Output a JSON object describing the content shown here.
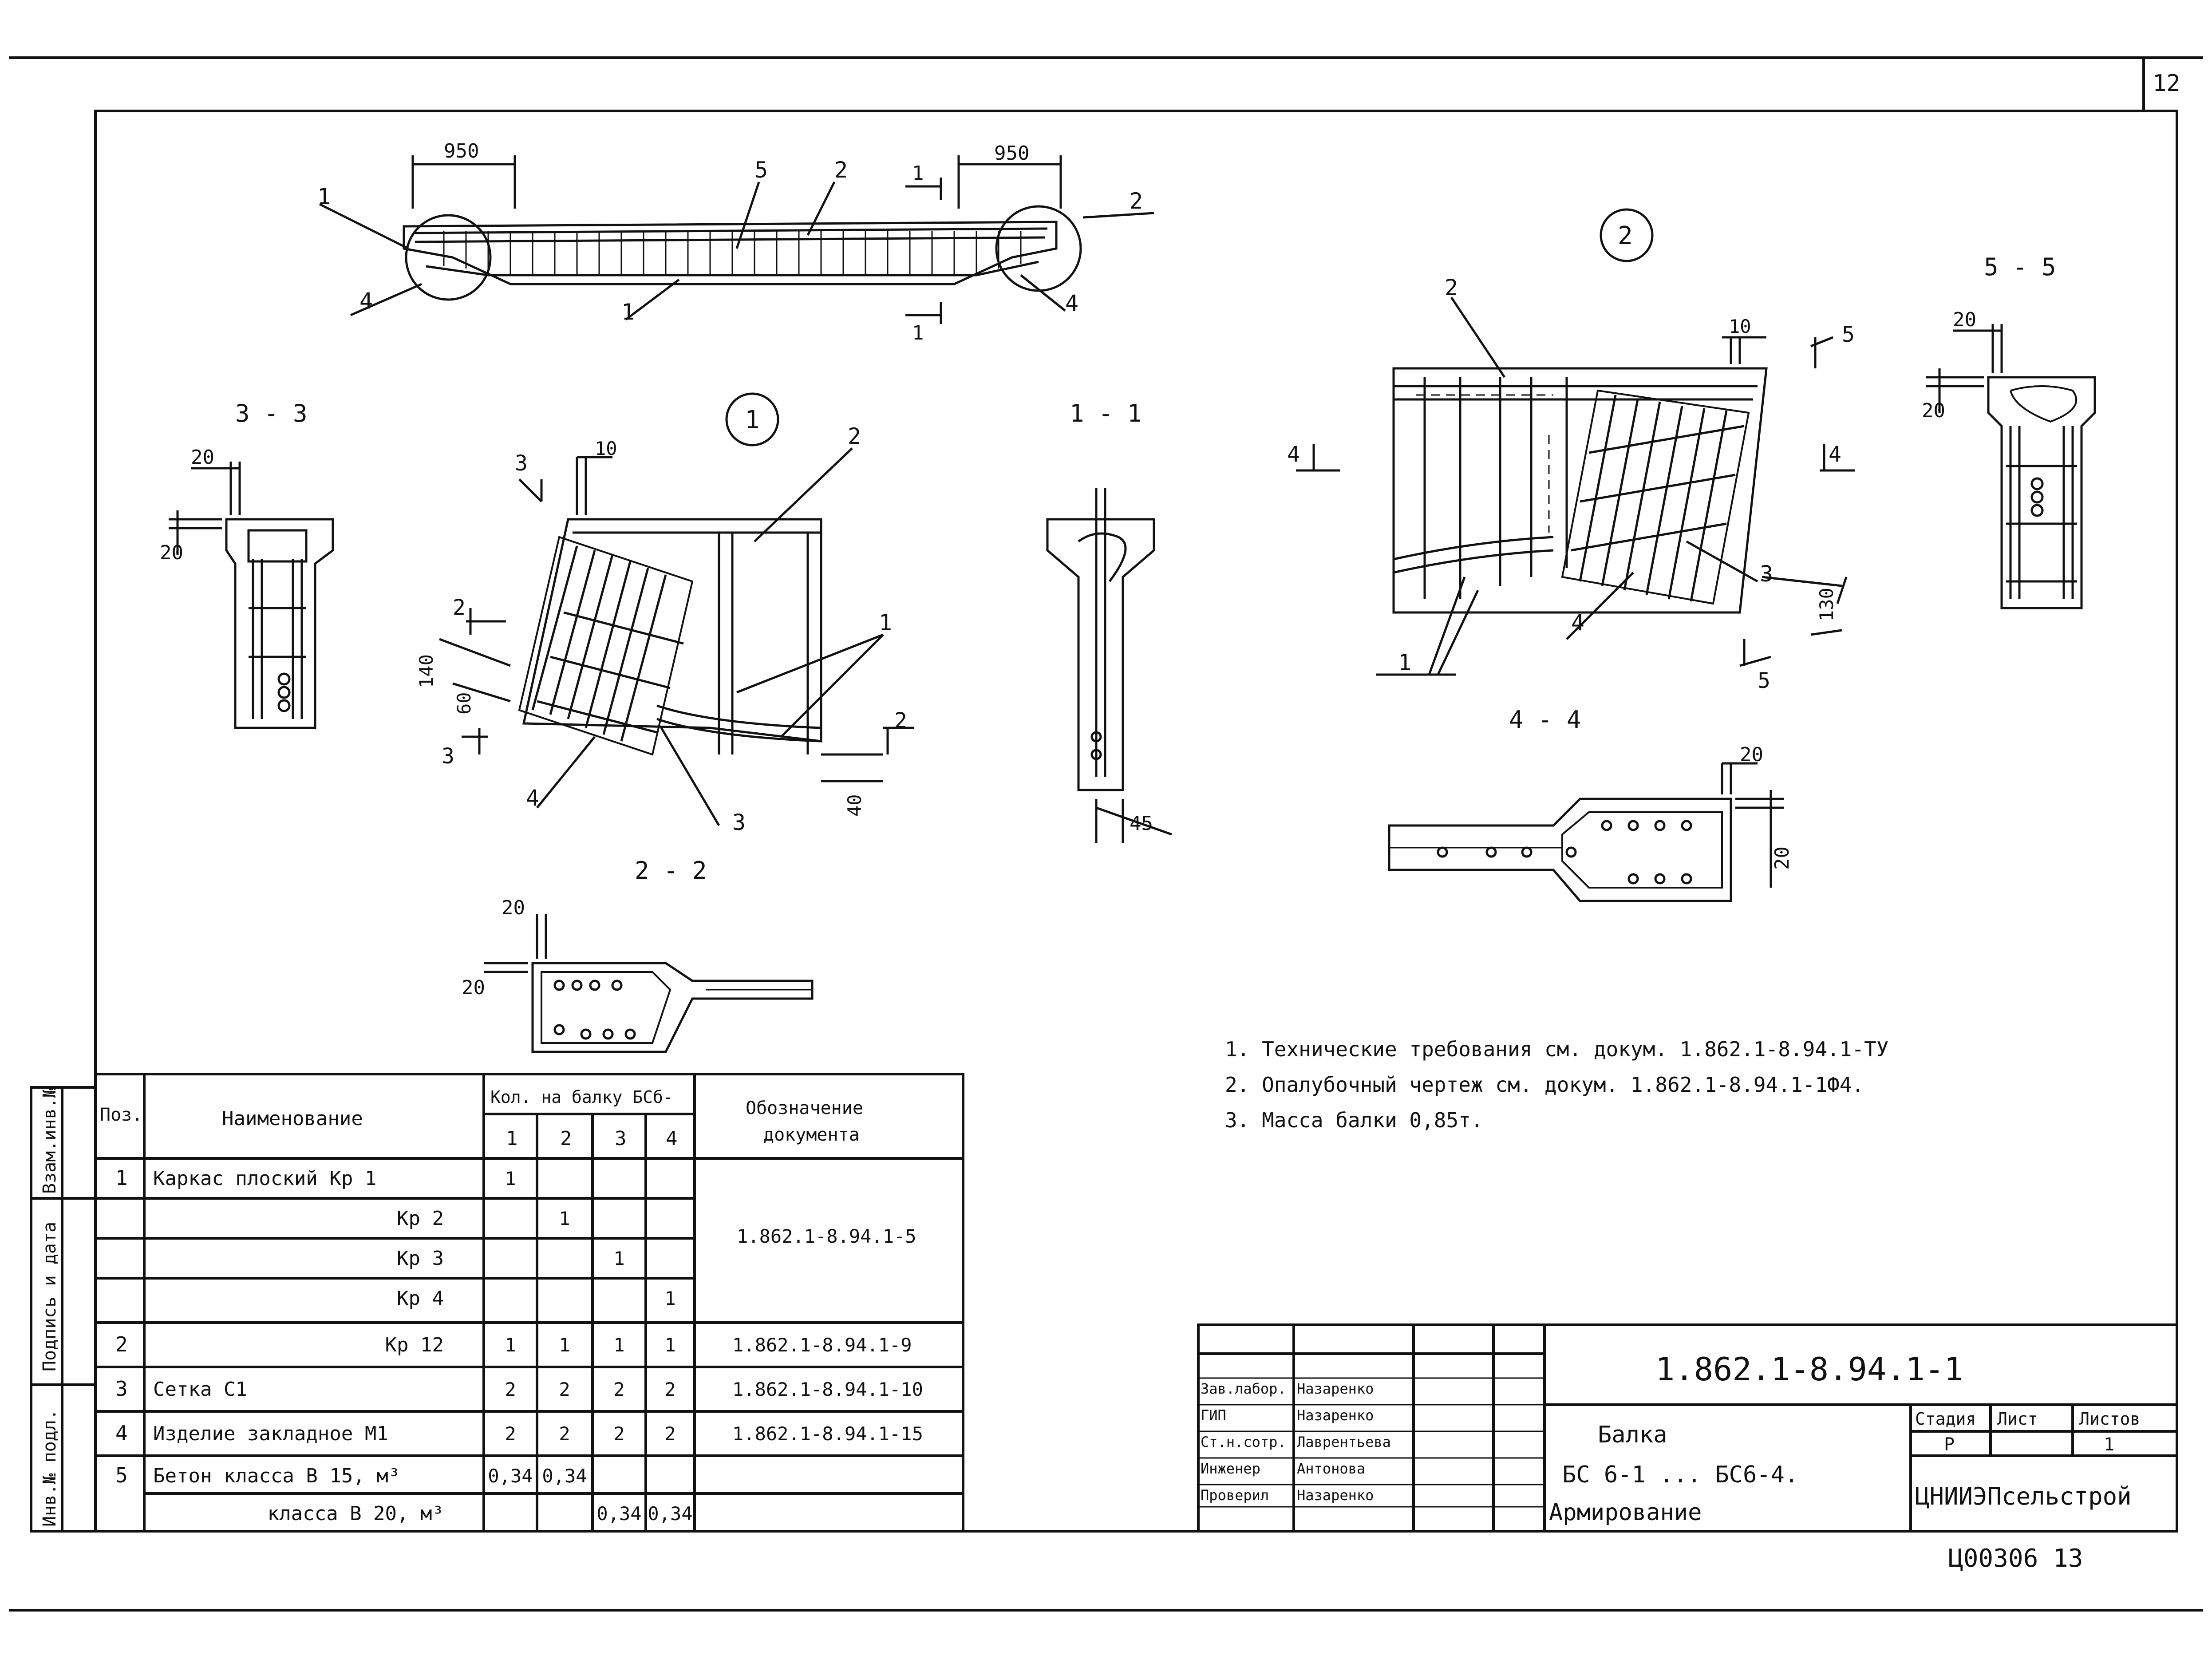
{
  "sheet_number": "12",
  "overview": {
    "dim_left": "950",
    "dim_right": "950",
    "leaders": [
      "1",
      "1",
      "5",
      "2",
      "2",
      "4",
      "4"
    ],
    "section_mark": "1"
  },
  "node1": {
    "label": "1",
    "dims": {
      "d10": "10",
      "d140": "140",
      "d60": "60",
      "d40": "40"
    },
    "section_2": "2",
    "section_3": "3",
    "leaders": [
      "2",
      "1",
      "4",
      "3"
    ]
  },
  "node2": {
    "label": "2",
    "dims": {
      "d10": "10",
      "d130": "130"
    },
    "section_4": "4",
    "section_5": "5",
    "leaders": [
      "2",
      "3",
      "4",
      "1"
    ]
  },
  "sections": {
    "s33": {
      "title": "3 - 3",
      "dim_a": "20",
      "dim_b": "20"
    },
    "s11": {
      "title": "1 - 1",
      "dim": "45"
    },
    "s55": {
      "title": "5 - 5",
      "dim_a": "20",
      "dim_b": "20"
    },
    "s22": {
      "title": "2 - 2",
      "dim_a": "20",
      "dim_b": "20"
    },
    "s44": {
      "title": "4 - 4",
      "dim_a": "20",
      "dim_b": "20"
    }
  },
  "notes": [
    "1. Технические требования см. докум. 1.862.1-8.94.1-ТУ",
    "2. Опалубочный чертеж см. докум. 1.862.1-8.94.1-1Ф4.",
    "3. Масса балки 0,85т."
  ],
  "spec_table": {
    "headers": {
      "pos": "Поз.",
      "name": "Наименование",
      "qty": "Кол. на балку БСб-",
      "doc_line1": "Обозначение",
      "doc_line2": "документа"
    },
    "qty_cols": [
      "1",
      "2",
      "3",
      "4"
    ],
    "rows": [
      {
        "pos": "1",
        "name": "Каркас плоский Кр 1",
        "q": [
          "1",
          "",
          "",
          ""
        ]
      },
      {
        "pos": "",
        "name": "Кр 2",
        "q": [
          "",
          "1",
          "",
          ""
        ]
      },
      {
        "pos": "",
        "name": "Кр 3",
        "q": [
          "",
          "",
          "1",
          ""
        ]
      },
      {
        "pos": "",
        "name": "Кр 4",
        "q": [
          "",
          "",
          "",
          "1"
        ]
      },
      {
        "pos": "2",
        "name": "Кр 12",
        "q": [
          "1",
          "1",
          "1",
          "1"
        ],
        "doc": "1.862.1-8.94.1-9"
      },
      {
        "pos": "3",
        "name": "Сетка С1",
        "q": [
          "2",
          "2",
          "2",
          "2"
        ],
        "doc": "1.862.1-8.94.1-10"
      },
      {
        "pos": "4",
        "name": "Изделие закладное М1",
        "q": [
          "2",
          "2",
          "2",
          "2"
        ],
        "doc": "1.862.1-8.94.1-15"
      },
      {
        "pos": "5",
        "name": "Бетон класса В 15, м³",
        "q": [
          "0,34",
          "0,34",
          "",
          ""
        ],
        "doc": ""
      },
      {
        "pos": "",
        "name": "класса В 20, м³",
        "q": [
          "",
          "",
          "0,34",
          "0,34"
        ],
        "doc": ""
      }
    ],
    "merged_doc": "1.862.1-8.94.1-5"
  },
  "side_labels": [
    "Взам.инв.№",
    "Подпись и дата",
    "Инв.№ подл."
  ],
  "title_block": {
    "code": "1.862.1-8.94.1-1",
    "roles": [
      "Зав.лабор.",
      "ГИП",
      "Ст.н.сотр.",
      "Инженер",
      "Проверил"
    ],
    "names": [
      "Назаренко",
      "Назаренко",
      "Лаврентьева",
      "Антонова",
      "Назаренко"
    ],
    "title_line1": "Балка",
    "title_line2": "БС 6-1 ... БС6-4.",
    "title_line3": "Армирование",
    "stage_label": "Стадия",
    "sheet_label": "Лист",
    "sheets_label": "Листов",
    "stage": "Р",
    "sheet": "1",
    "org": "ЦНИИЭПсельстрой"
  },
  "footer_code": "Ц00306 13"
}
